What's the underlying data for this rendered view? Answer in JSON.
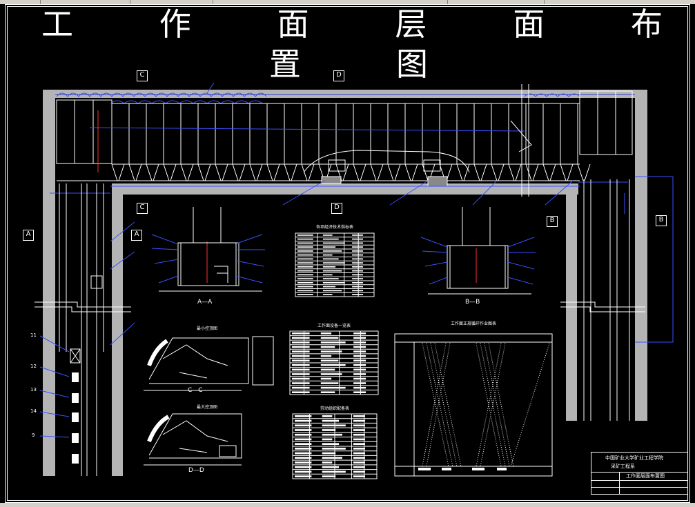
{
  "title": {
    "chars": [
      "工",
      "作",
      "面",
      "层",
      "面",
      "布"
    ],
    "chars2": [
      "置",
      "图"
    ]
  },
  "section_markers": {
    "c_top": "C",
    "d_top": "D",
    "c_mid": "C",
    "d_mid": "D",
    "a_left": "A",
    "a_inner": "A",
    "b_right": "B",
    "b_inner": "B"
  },
  "callouts": [
    "11",
    "12",
    "13",
    "14",
    "9"
  ],
  "tables": {
    "tech_indicators": "各项经济技术指标表",
    "equipment_list": "工作面设备一览表",
    "labor_allocation": "劳动组织配备表",
    "cycle_chart": "工作面正规循环作业图表"
  },
  "sections": {
    "aa": "A—A",
    "bb": "B—B",
    "cc": "C—C",
    "dd": "D—D",
    "min_roof": "最小控顶图",
    "max_roof": "最大控顶图"
  },
  "title_block": {
    "school": "中国矿业大学矿业工程学院",
    "major": "采矿工程系",
    "drawing": "工作面层面布置图"
  }
}
